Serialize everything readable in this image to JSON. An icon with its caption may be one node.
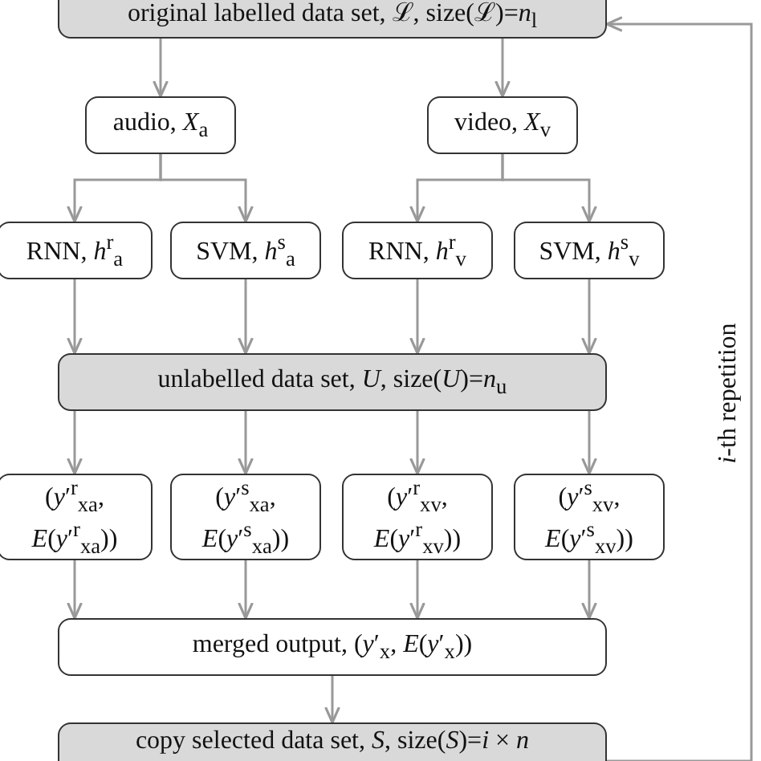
{
  "diagram": {
    "nodes": [
      {
        "text": [
          "original labelled data set, ℒ, size(ℒ)=*n*$_{l}$"
        ]
      },
      {
        "text": [
          "audio, *X*$_{a}$"
        ]
      },
      {
        "text": [
          "video, *X*$_{v}$"
        ]
      },
      {
        "text": [
          "RNN, *h*$^{r}$$_{a}$"
        ]
      },
      {
        "text": [
          "SVM, *h*$^{s}$$_{a}$"
        ]
      },
      {
        "text": [
          "RNN, *h*$^{r}$$_{v}$"
        ]
      },
      {
        "text": [
          "SVM, *h*$^{s}$$_{v}$"
        ]
      },
      {
        "text": [
          "unlabelled data set, *U*, size(*U*)=*n*$_{u}$"
        ]
      },
      {
        "text": [
          "(*y*′$^{r}$$_{xa}$, *E*(*y*′$^{r}$$_{xa}$))"
        ]
      },
      {
        "text": [
          "(*y*′$^{s}$$_{xa}$, *E*(*y*′$^{s}$$_{xa}$))"
        ]
      },
      {
        "text": [
          "(*y*′$^{r}$$_{xv}$, *E*(*y*′$^{r}$$_{xv}$))"
        ]
      },
      {
        "text": [
          "(*y*′$^{s}$$_{xv}$, *E*(*y*′$^{s}$$_{xv}$))"
        ]
      },
      {
        "text": [
          "merged output, (*y*′$_{x}$, *E*(*y*′$_{x}$))"
        ]
      },
      {
        "text": [
          "copy selected data set, *S*, size(*S*)=*i* × *n*"
        ]
      }
    ],
    "edges": [
      {
        "from": 0,
        "to": 1,
        "arrow": "to"
      },
      {
        "from": 0,
        "to": 2,
        "arrow": "to"
      },
      {
        "from": 1,
        "to": 3,
        "arrow": "to"
      },
      {
        "from": 1,
        "to": 4,
        "arrow": "to"
      },
      {
        "from": 2,
        "to": 5,
        "arrow": "to"
      },
      {
        "from": 2,
        "to": 6,
        "arrow": "to"
      },
      {
        "from": 3,
        "to": 7,
        "arrow": "to"
      },
      {
        "from": 4,
        "to": 7,
        "arrow": "to"
      },
      {
        "from": 5,
        "to": 7,
        "arrow": "to"
      },
      {
        "from": 6,
        "to": 7,
        "arrow": "to"
      },
      {
        "from": 7,
        "to": 8,
        "arrow": "to"
      },
      {
        "from": 7,
        "to": 9,
        "arrow": "to"
      },
      {
        "from": 7,
        "to": 10,
        "arrow": "to"
      },
      {
        "from": 7,
        "to": 11,
        "arrow": "to"
      },
      {
        "from": 8,
        "to": 12,
        "arrow": "to"
      },
      {
        "from": 9,
        "to": 12,
        "arrow": "to"
      },
      {
        "from": 10,
        "to": 12,
        "arrow": "to"
      },
      {
        "from": 11,
        "to": 12,
        "arrow": "to"
      },
      {
        "from": 12,
        "to": 13,
        "arrow": "to"
      },
      {
        "from": 13,
        "to": 0,
        "arrow": "to",
        "label": "*i*-th repetition"
      }
    ]
  }
}
